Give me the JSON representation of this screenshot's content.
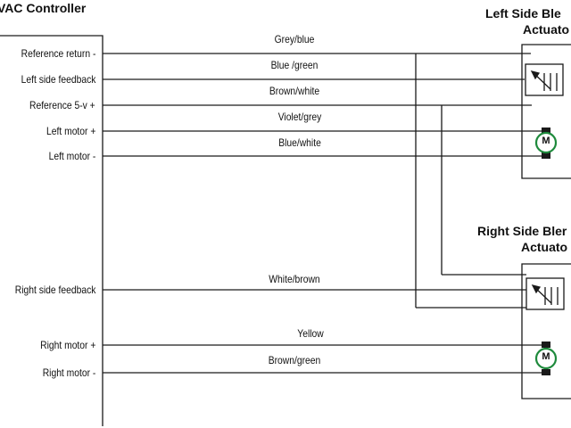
{
  "controller": {
    "title": "VAC Controller",
    "pins": [
      "Reference return -",
      "Left side feedback",
      "Reference 5-v +",
      "Left motor +",
      "Left motor -",
      "Right side feedback",
      "Right motor +",
      "Right motor -"
    ]
  },
  "left_actuator": {
    "title_line1": "Left Side Ble",
    "title_line2": "Actuato"
  },
  "right_actuator": {
    "title_line1": "Right Side Bler",
    "title_line2": "Actuato"
  },
  "wires": [
    "Grey/blue",
    "Blue /green",
    "Brown/white",
    "Violet/grey",
    "Blue/white",
    "White/brown",
    "Yellow",
    "Brown/green"
  ],
  "motor_symbol": "M",
  "colors": {
    "line": "#1a1a1a",
    "motor_ring": "#1e8a3c",
    "text": "#111111"
  }
}
